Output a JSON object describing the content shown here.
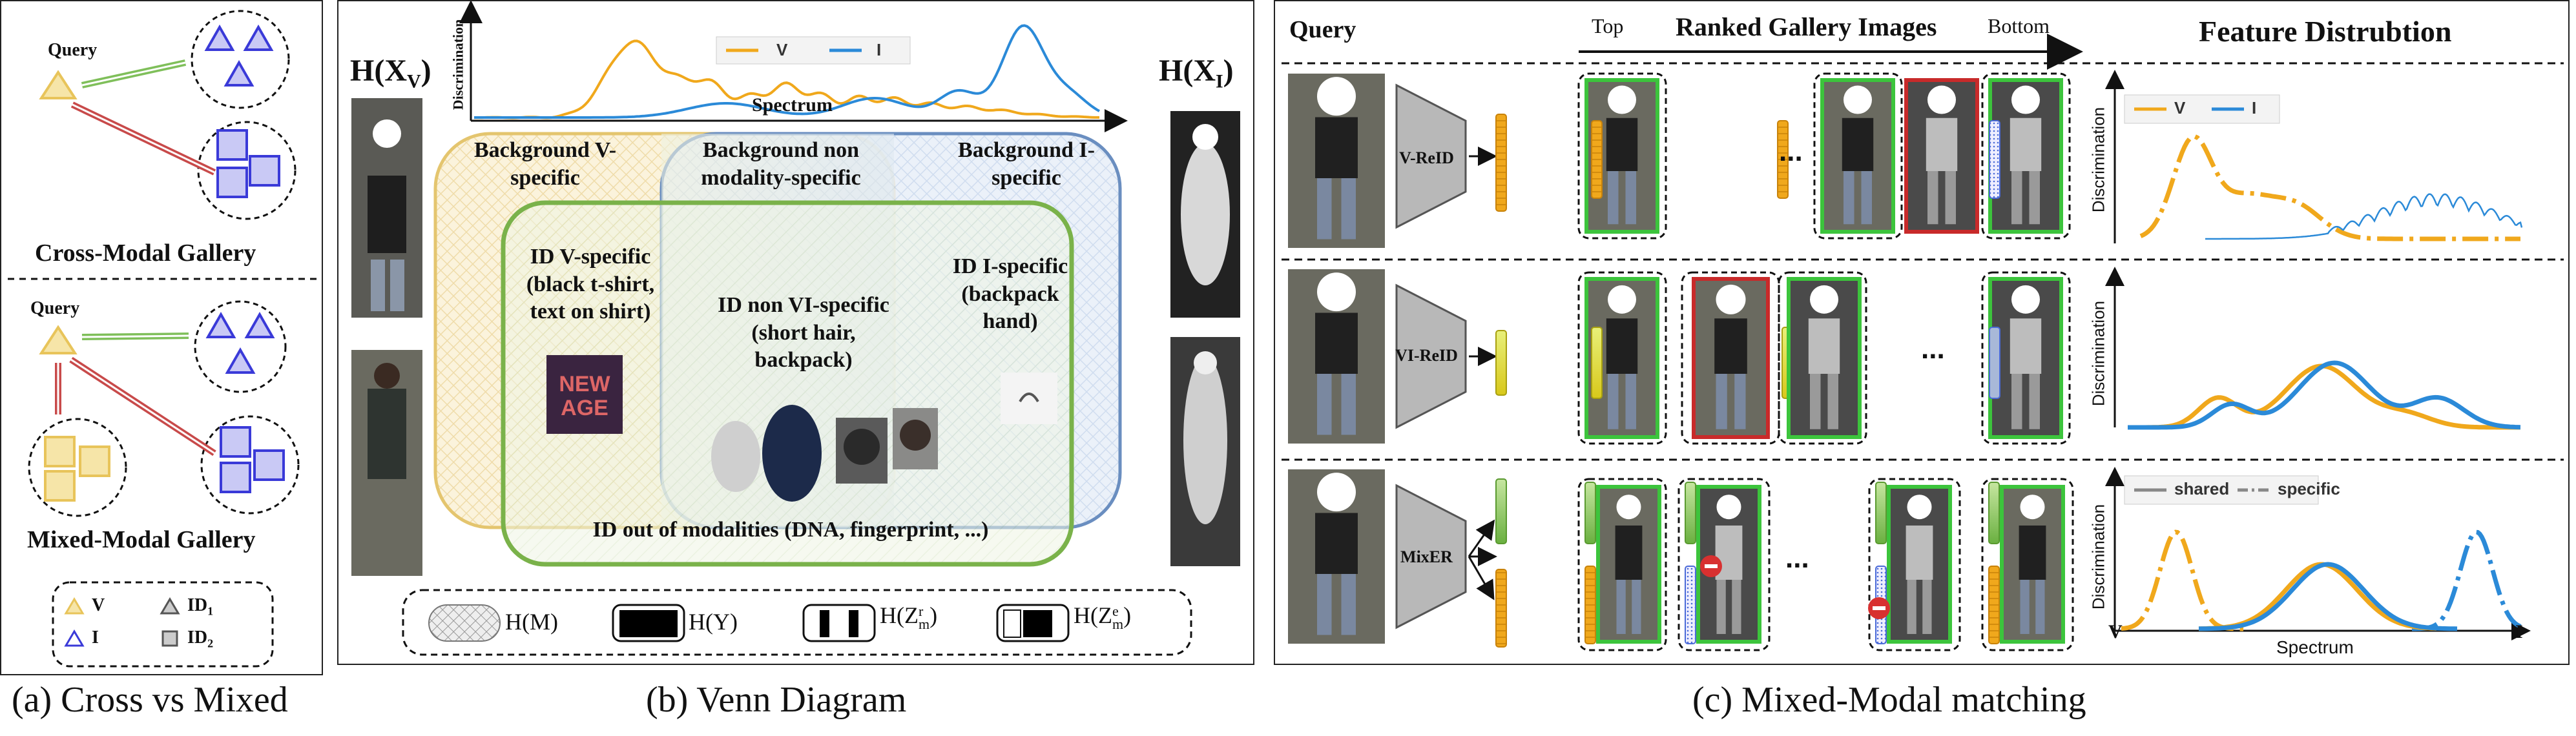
{
  "captions": {
    "a": "(a) Cross vs Mixed",
    "b": "(b) Venn Diagram",
    "c": "(c) Mixed-Modal matching"
  },
  "panel_a": {
    "query_top": "Query",
    "cross_title": "Cross-Modal Gallery",
    "query_bottom": "Query",
    "mixed_title": "Mixed-Modal Gallery",
    "legend": {
      "v": "V",
      "i": "I",
      "id1": "ID",
      "id1_sub": "1",
      "id2": "ID",
      "id2_sub": "2"
    },
    "colors": {
      "v": "#e8c45a",
      "v_fill": "#f6e5a8",
      "i": "#3a3ad8",
      "i_fill": "#c9c9f5",
      "green_arrow": "#7fbf5a",
      "red_arrow": "#c84a4a"
    }
  },
  "panel_b": {
    "hv": "H(X",
    "hv_sub": "V",
    "hi": "H(X",
    "hi_sub": "I",
    "chart_ylabel": "Discrimination",
    "chart_xlabel": "Spectrum",
    "legend_v": "V",
    "legend_i": "I",
    "bg_v": "Background V-specific",
    "bg_non": "Background non modality-specific",
    "bg_i": "Background I-specific",
    "id_v": "ID V-specific (black t-shirt, text on shirt)",
    "id_non": "ID non VI-specific (short hair, backpack)",
    "id_i": "ID I-specific (backpack hand)",
    "id_out": "ID out of modalities (DNA, fingerprint, ...)",
    "thumb_text": "NEW AGE",
    "legend_items": [
      {
        "sym": "H(M)"
      },
      {
        "sym": "H(Y)"
      },
      {
        "sym": "H(Z",
        "sup": "r",
        "sub": "m",
        "close": ")"
      },
      {
        "sym": "H(Z",
        "sup": "e",
        "sub": "m",
        "close": ")"
      }
    ],
    "colors": {
      "v": "#f0a81c",
      "i": "#2b8ad8",
      "green": "#7ab24a",
      "blue_border": "#6a8ec0",
      "yellow_border": "#e4c56e"
    }
  },
  "panel_c": {
    "query": "Query",
    "top": "Top",
    "ranked": "Ranked Gallery Images",
    "bottom": "Bottom",
    "feature_title": "Feature Distrubtion",
    "rows": [
      {
        "model": "V-ReID",
        "ylabel": "Discrimination",
        "ellipsis": "...",
        "legend": [
          "V",
          "I"
        ]
      },
      {
        "model": "VI-ReID",
        "ylabel": "Discrimination",
        "ellipsis": "..."
      },
      {
        "model": "MixER",
        "ylabel": "Discrimination",
        "ellipsis": "...",
        "legend": [
          "shared",
          "specific"
        ]
      }
    ],
    "axis_v": "V",
    "axis_i": "I",
    "axis_label": "Spectrum",
    "colors": {
      "v": "#f0a81c",
      "i": "#2b8ad8",
      "correct": "#3cc43c",
      "wrong": "#c82a2a",
      "vi_bar": "#e6dc30",
      "mix_bar": "#8cc85a"
    }
  }
}
